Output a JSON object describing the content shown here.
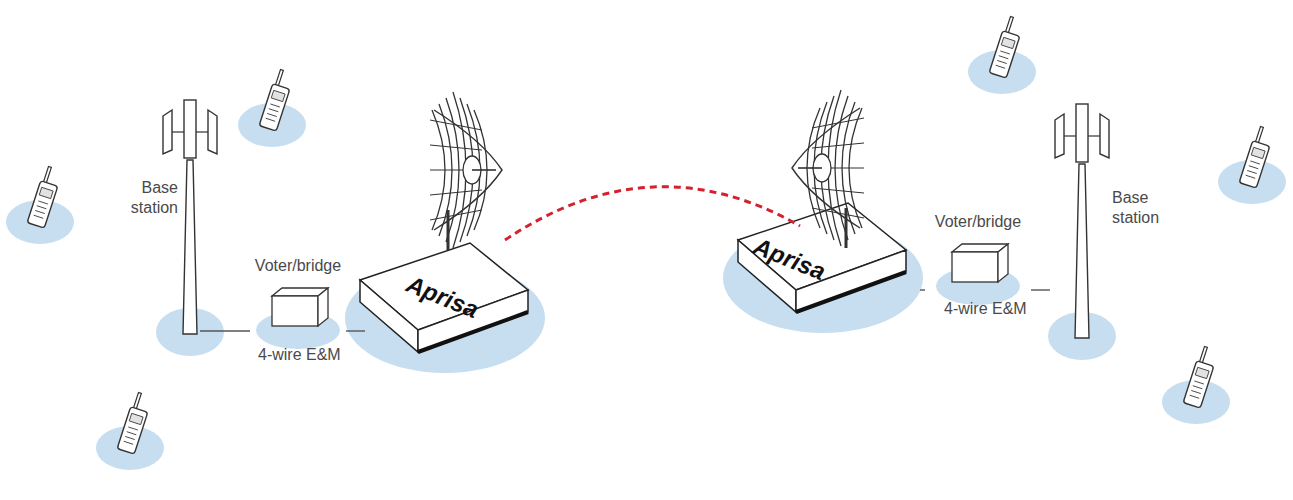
{
  "diagram": {
    "nodes": [
      {
        "text": [
          "Base station"
        ]
      },
      {
        "text": [
          "Voter/bridge"
        ]
      },
      {
        "text": [
          "Aprisa"
        ]
      },
      {
        "text": [
          "Aprisa"
        ]
      },
      {
        "text": [
          "Voter/bridge"
        ]
      },
      {
        "text": [
          "Base station"
        ]
      }
    ],
    "edges": [
      {
        "from": 0,
        "to": 1,
        "arrow": "none"
      },
      {
        "from": 1,
        "to": 2,
        "arrow": "none"
      },
      {
        "from": 2,
        "to": 3,
        "arrow": "none"
      },
      {
        "from": 3,
        "to": 4,
        "arrow": "none"
      },
      {
        "from": 4,
        "to": 5,
        "arrow": "none"
      }
    ],
    "labels": [
      "4-wire E&M",
      "4-wire E&M"
    ]
  }
}
